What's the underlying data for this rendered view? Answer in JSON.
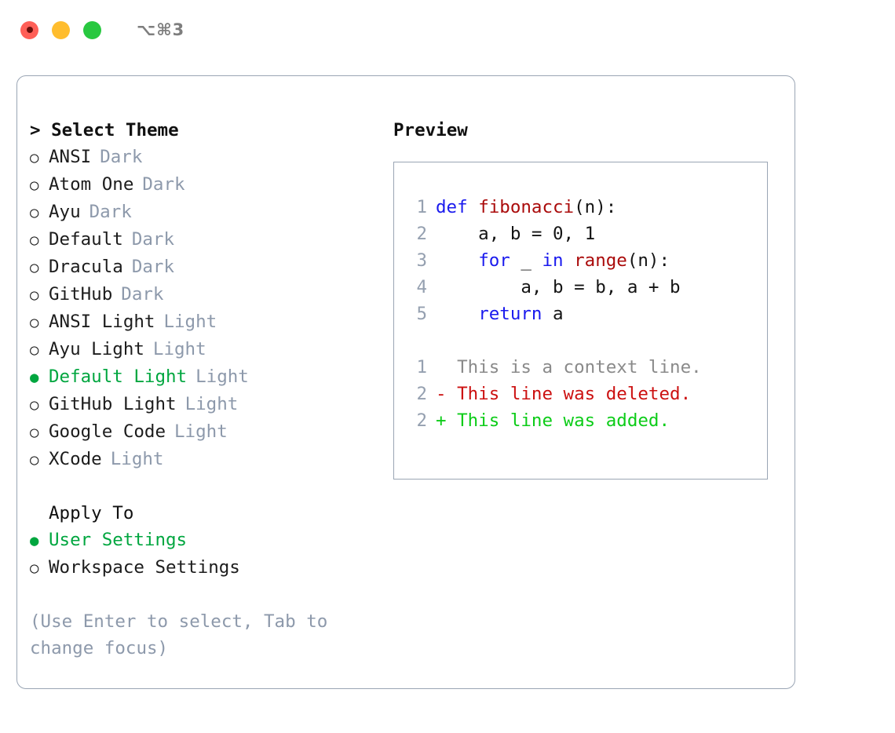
{
  "titlebar": {
    "title": "⌥⌘3",
    "buttons": [
      {
        "name": "close-button",
        "color": "#ff5f57"
      },
      {
        "name": "minimize-button",
        "color": "#ffbd2e"
      },
      {
        "name": "maximize-button",
        "color": "#28c840"
      }
    ]
  },
  "colors": {
    "accent_green": "#00a63f",
    "muted": "#8d99ab",
    "border": "#9aa5b4",
    "keyword_blue": "#1a1aee",
    "function_red": "#aa0b0b",
    "diff_delete": "#cc1111",
    "diff_add": "#0ccc18",
    "diff_context": "#8a8a8a"
  },
  "theme_list": {
    "heading": "> Select Theme",
    "items": [
      {
        "bullet": "○",
        "name": "ANSI",
        "tag": "Dark",
        "selected": false
      },
      {
        "bullet": "○",
        "name": "Atom One",
        "tag": "Dark",
        "selected": false
      },
      {
        "bullet": "○",
        "name": "Ayu",
        "tag": "Dark",
        "selected": false
      },
      {
        "bullet": "○",
        "name": "Default",
        "tag": "Dark",
        "selected": false
      },
      {
        "bullet": "○",
        "name": "Dracula",
        "tag": "Dark",
        "selected": false
      },
      {
        "bullet": "○",
        "name": "GitHub",
        "tag": "Dark",
        "selected": false
      },
      {
        "bullet": "○",
        "name": "ANSI Light",
        "tag": "Light",
        "selected": false
      },
      {
        "bullet": "○",
        "name": "Ayu Light",
        "tag": "Light",
        "selected": false
      },
      {
        "bullet": "●",
        "name": "Default Light",
        "tag": "Light",
        "selected": true
      },
      {
        "bullet": "○",
        "name": "GitHub Light",
        "tag": "Light",
        "selected": false
      },
      {
        "bullet": "○",
        "name": "Google Code",
        "tag": "Light",
        "selected": false
      },
      {
        "bullet": "○",
        "name": "XCode",
        "tag": "Light",
        "selected": false
      }
    ]
  },
  "apply_to": {
    "label": "Apply To",
    "items": [
      {
        "bullet": "●",
        "name": "User Settings",
        "selected": true
      },
      {
        "bullet": "○",
        "name": "Workspace Settings",
        "selected": false
      }
    ]
  },
  "hint": "(Use Enter to select, Tab to change focus)",
  "preview": {
    "heading": "Preview",
    "code_lines": [
      {
        "no": "1",
        "tokens": [
          {
            "t": "def",
            "c": "kw"
          },
          {
            "t": " ",
            "c": "plain"
          },
          {
            "t": "fibonacci",
            "c": "fn"
          },
          {
            "t": "(n):",
            "c": "plain"
          }
        ]
      },
      {
        "no": "2",
        "tokens": [
          {
            "t": "    a, b = 0, 1",
            "c": "plain"
          }
        ]
      },
      {
        "no": "3",
        "tokens": [
          {
            "t": "    ",
            "c": "plain"
          },
          {
            "t": "for",
            "c": "kw"
          },
          {
            "t": " _ ",
            "c": "plain"
          },
          {
            "t": "in",
            "c": "kw"
          },
          {
            "t": " ",
            "c": "plain"
          },
          {
            "t": "range",
            "c": "fn"
          },
          {
            "t": "(n):",
            "c": "plain"
          }
        ]
      },
      {
        "no": "4",
        "tokens": [
          {
            "t": "        a, b = b, a + b",
            "c": "plain"
          }
        ]
      },
      {
        "no": "5",
        "tokens": [
          {
            "t": "    ",
            "c": "plain"
          },
          {
            "t": "return",
            "c": "kw"
          },
          {
            "t": " a",
            "c": "plain"
          }
        ]
      }
    ],
    "diff_lines": [
      {
        "no": "1",
        "marker": "  ",
        "text": "This is a context line.",
        "c": "ctx"
      },
      {
        "no": "2",
        "marker": "- ",
        "text": "This line was deleted.",
        "c": "del"
      },
      {
        "no": "2",
        "marker": "+ ",
        "text": "This line was added.",
        "c": "add"
      }
    ]
  }
}
